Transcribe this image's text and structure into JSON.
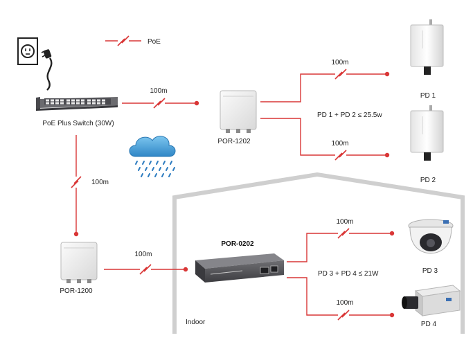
{
  "legend": {
    "label": "PoE",
    "icon": "lightning-bolt-icon"
  },
  "colors": {
    "wire": "#d93636",
    "house_outline": "#cfcfcf",
    "cloud": "#3d9ad6",
    "rain": "#2d7cc0"
  },
  "devices": {
    "switch": {
      "label": "PoE Plus Switch (30W)"
    },
    "por1202": {
      "label": "POR-1202"
    },
    "por1200": {
      "label": "POR-1200"
    },
    "por0202": {
      "label": "POR-0202"
    },
    "pd1": {
      "label": "PD 1"
    },
    "pd2": {
      "label": "PD 2"
    },
    "pd3": {
      "label": "PD 3"
    },
    "pd4": {
      "label": "PD 4"
    }
  },
  "links": {
    "switch_to_por1202": "100m",
    "switch_to_por1200": "100m",
    "por1202_to_pd1": "100m",
    "por1202_to_pd2": "100m",
    "por1200_to_por0202": "100m",
    "por0202_to_pd3": "100m",
    "por0202_to_pd4": "100m"
  },
  "budgets": {
    "outdoor": "PD 1 + PD 2 ≤ 25.5w",
    "indoor": "PD 3 + PD 4 ≤ 21W"
  },
  "zone": {
    "label": "Indoor"
  }
}
